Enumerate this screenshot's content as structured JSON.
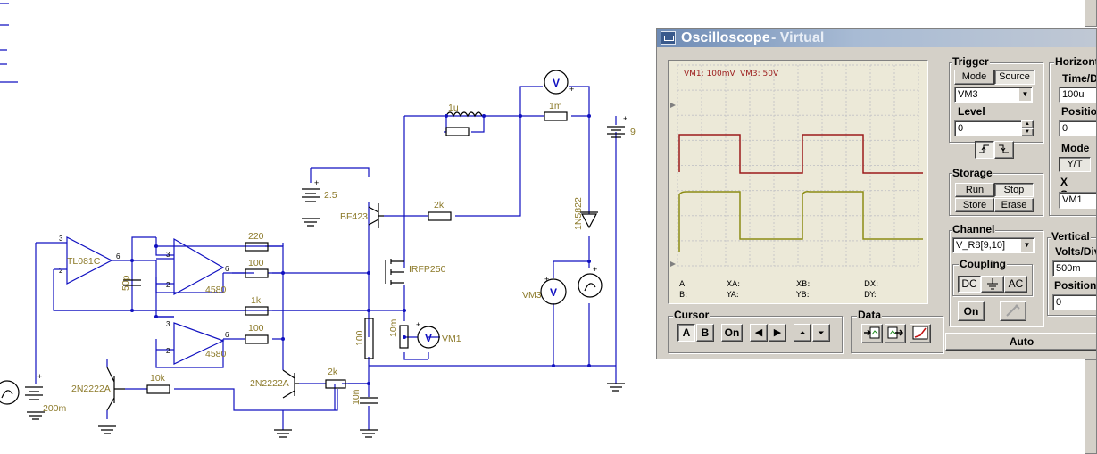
{
  "schematic": {
    "components": {
      "opamp_main": "TL081C",
      "opamp_a": "4580",
      "opamp_b": "4580",
      "cap_feedback": "50p",
      "res_220": "220",
      "res_100a": "100",
      "res_1k": "1k",
      "res_100b": "100",
      "res_2k_base": "2k",
      "res_2k_pot": "2k",
      "res_10k": "10k",
      "res_100_vert": "100",
      "cap_10n": "10n",
      "res_10m": "10m",
      "res_1m": "1m",
      "inductor": "1u",
      "transistor_bf": "BF423",
      "mosfet": "IRFP250",
      "diode": "1N5822",
      "transistor_q1": "2N2222A",
      "transistor_q2": "2N2222A",
      "battery_main": "9",
      "battery_bias": "2.5",
      "battery_left": "200m",
      "voltmeter_3": "VM3",
      "voltmeter_1": "VM1",
      "pin_3a": "3",
      "pin_2a": "2",
      "pin_6a": "6",
      "pin_3b": "3",
      "pin_2b": "2",
      "pin_6b": "6",
      "pin_3c": "3",
      "pin_2c": "2",
      "pin_6c": "6",
      "volt_v": "V",
      "plus": "+"
    }
  },
  "oscilloscope": {
    "title_main": "Oscilloscope",
    "title_sub": " - Virtual",
    "screen": {
      "scale_vm1": "VM1: 100mV",
      "scale_vm3": "VM3: 50V",
      "meas": {
        "a": "A:",
        "b": "B:",
        "xa": "XA:",
        "ya": "YA:",
        "xb": "XB:",
        "yb": "YB:",
        "dx": "DX:",
        "dy": "DY:"
      }
    },
    "trigger": {
      "label": "Trigger",
      "mode_btn": "Mode",
      "source_btn": "Source",
      "source_value": "VM3",
      "level_label": "Level",
      "level_value": "0",
      "rising_edge": "rising",
      "falling_edge": "falling"
    },
    "horizontal": {
      "label": "Horizontal",
      "timediv_label": "Time/Div",
      "timediv_value": "100u",
      "position_label": "Position",
      "position_value": "0",
      "mode_label": "Mode",
      "mode_yt": "Y/T",
      "xsource_label": "X Source",
      "xsource_value": "VM1"
    },
    "storage": {
      "label": "Storage",
      "run": "Run",
      "stop": "Stop",
      "store": "Store",
      "erase": "Erase"
    },
    "channel": {
      "label": "Channel",
      "value": "V_R8[9,10]",
      "coupling_label": "Coupling",
      "dc": "DC",
      "ac": "AC",
      "on_btn": "On"
    },
    "vertical": {
      "label": "Vertical",
      "voltsdiv_label": "Volts/Div",
      "voltsdiv_value": "500m",
      "position_label": "Position",
      "position_value": "0"
    },
    "cursor": {
      "label": "Cursor",
      "a": "A",
      "b": "B",
      "on": "On"
    },
    "data": {
      "label": "Data"
    },
    "auto_btn": "Auto",
    "colors": {
      "trace_vm1": "#9b1b1b",
      "trace_vm3": "#8c8c14",
      "screen_bg": "#ece9d8",
      "grid": "#c8c8c8",
      "wire": "#1010c0",
      "component": "#000000",
      "label_text": "#8c7a2a"
    }
  }
}
